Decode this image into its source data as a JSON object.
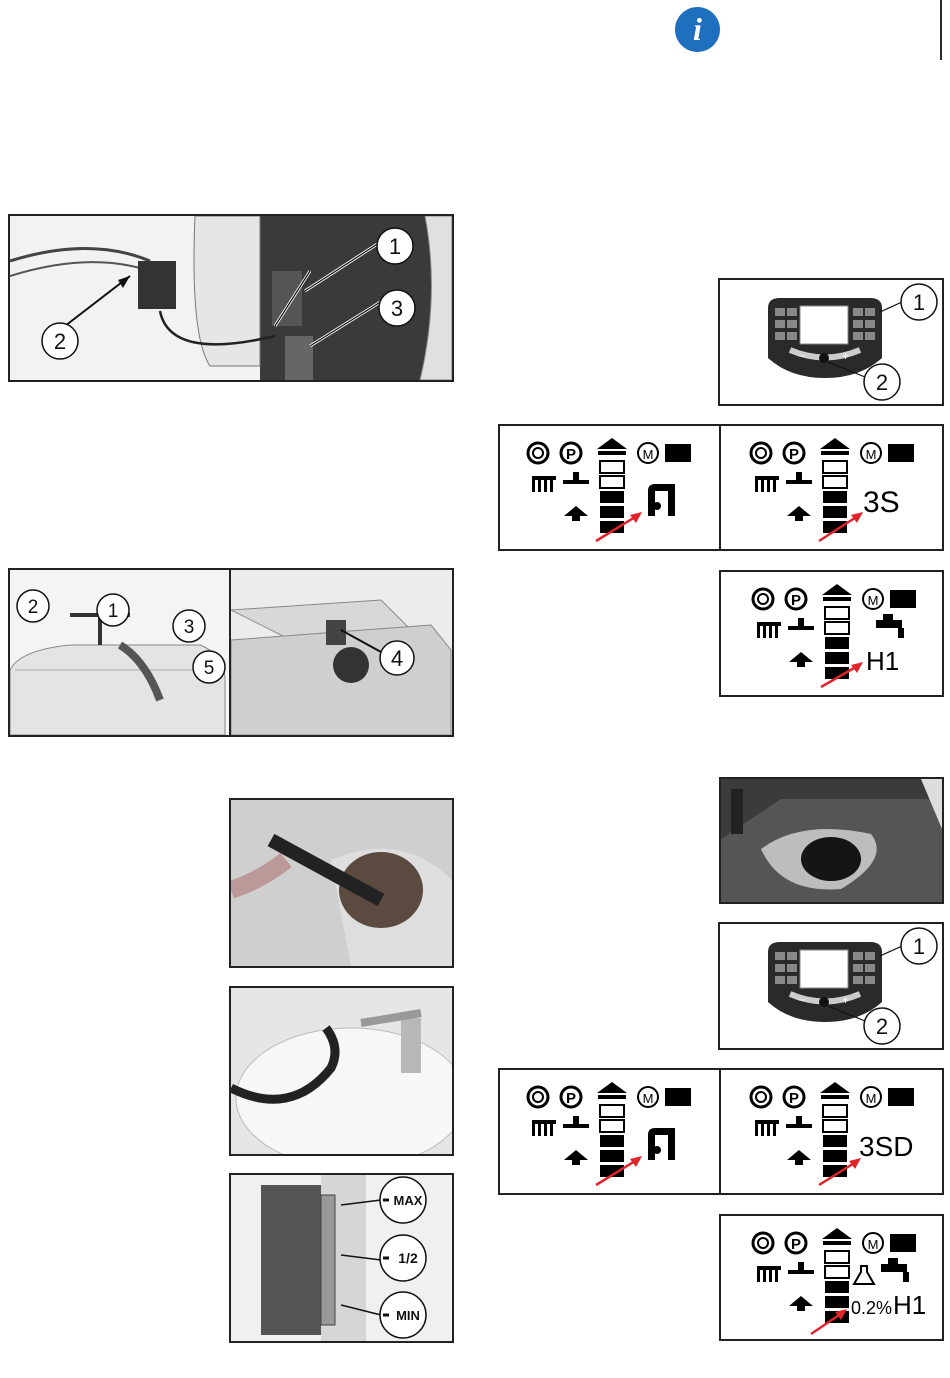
{
  "info_icon": {
    "glyph": "i",
    "color": "#1f6fbf"
  },
  "callouts": {
    "fig1": [
      "1",
      "2",
      "3"
    ],
    "fig2": [
      "2",
      "1",
      "3",
      "5"
    ],
    "fig3": [
      "4"
    ],
    "panel_a": [
      "1",
      "2"
    ],
    "panel_b": [
      "1",
      "2"
    ]
  },
  "display_top": {
    "left_value": "",
    "right_value": "3S",
    "third_value": "H1"
  },
  "display_bottom": {
    "right_value": "3SD",
    "third_percent": "0.2%",
    "third_value": "H1"
  },
  "level_labels": {
    "max": "MAX",
    "half": "1/2",
    "min": "MIN"
  },
  "control_panel_keys": {
    "minus": "−",
    "plus": "+"
  },
  "arrow_color": "#e0242a"
}
